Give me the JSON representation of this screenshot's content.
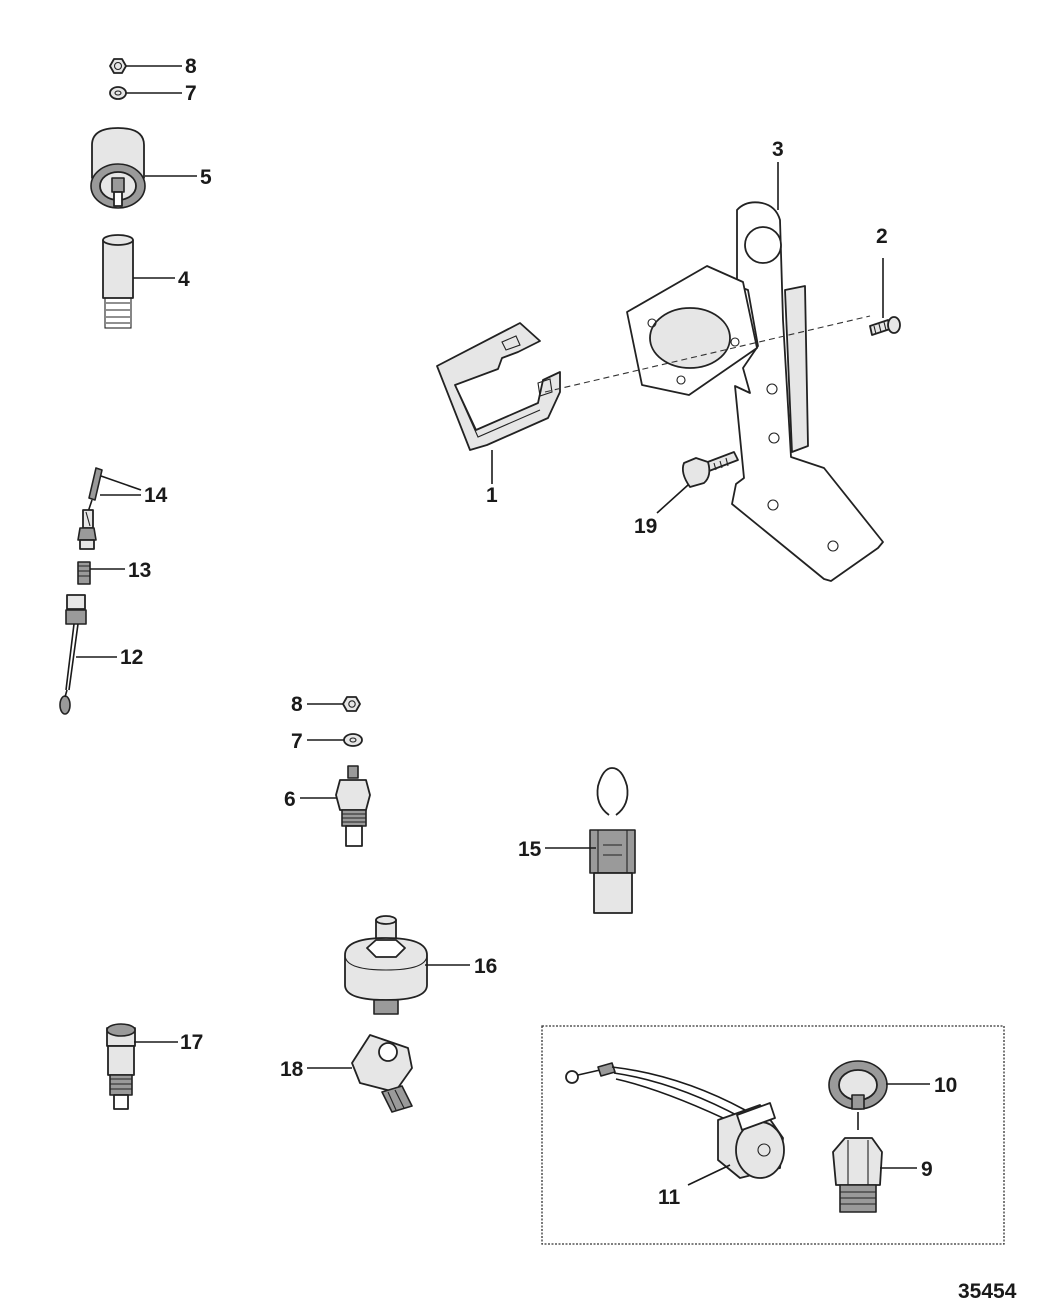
{
  "callouts": {
    "c1": "1",
    "c2": "2",
    "c3": "3",
    "c4": "4",
    "c5": "5",
    "c6": "6",
    "c7a": "7",
    "c7b": "7",
    "c8a": "8",
    "c8b": "8",
    "c9": "9",
    "c10": "10",
    "c11": "11",
    "c12": "12",
    "c13": "13",
    "c14": "14",
    "c15": "15",
    "c16": "16",
    "c17": "17",
    "c18": "18",
    "c19": "19"
  },
  "figure_number": "35454"
}
